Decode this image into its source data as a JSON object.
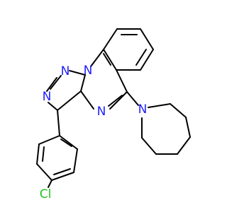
{
  "colors": {
    "bond": "#000000",
    "nitrogen": "#2020ff",
    "chlorine": "#1fbf1f",
    "background": "#ffffff"
  },
  "atoms": {
    "n1": "N",
    "n2": "N",
    "n3": "N",
    "n4": "N",
    "n5": "N",
    "cl": "Cl"
  }
}
